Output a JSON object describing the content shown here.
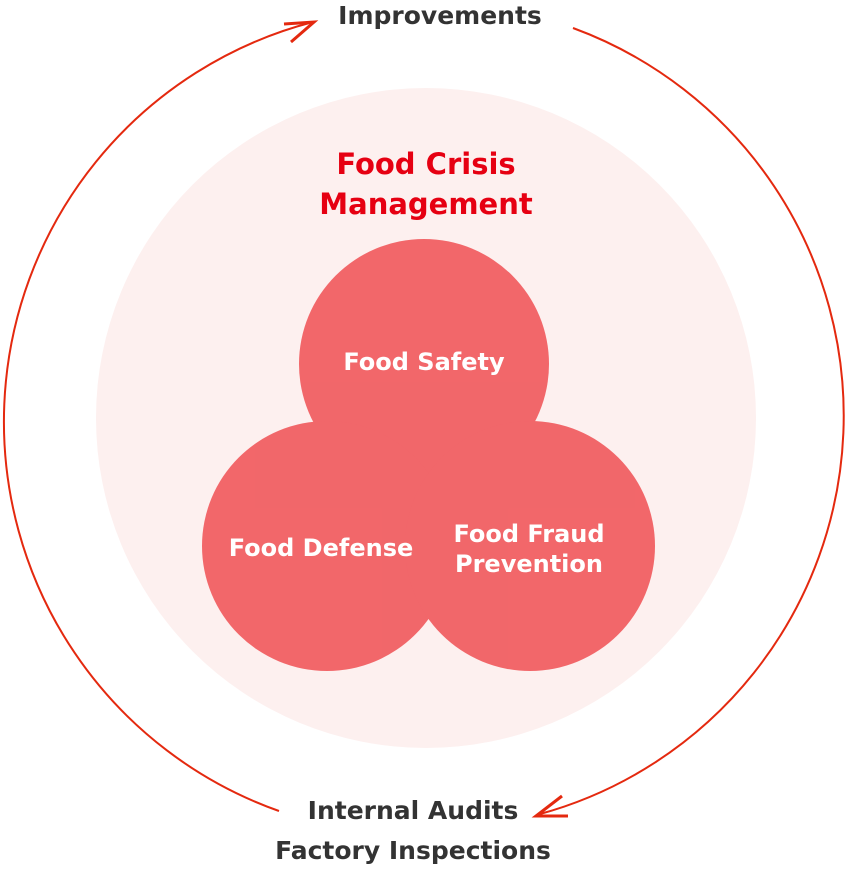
{
  "diagram": {
    "top_label": "Improvements",
    "bottom_label_line1": "Internal Audits",
    "bottom_label_line2": "Factory Inspections",
    "center_title_line1": "Food Crisis",
    "center_title_line2": "Management",
    "circles": {
      "top": "Food Safety",
      "left": "Food Defense",
      "right_line1": "Food Fraud",
      "right_line2": "Prevention"
    }
  },
  "colors": {
    "accent_red": "#e60012",
    "cycle_line": "#e4290f",
    "venn_fill": "#ee3a3e",
    "background_disc": "#fdf0ef",
    "dark_text": "#333333"
  },
  "icons": [
    "cycle-arrow-icon"
  ]
}
